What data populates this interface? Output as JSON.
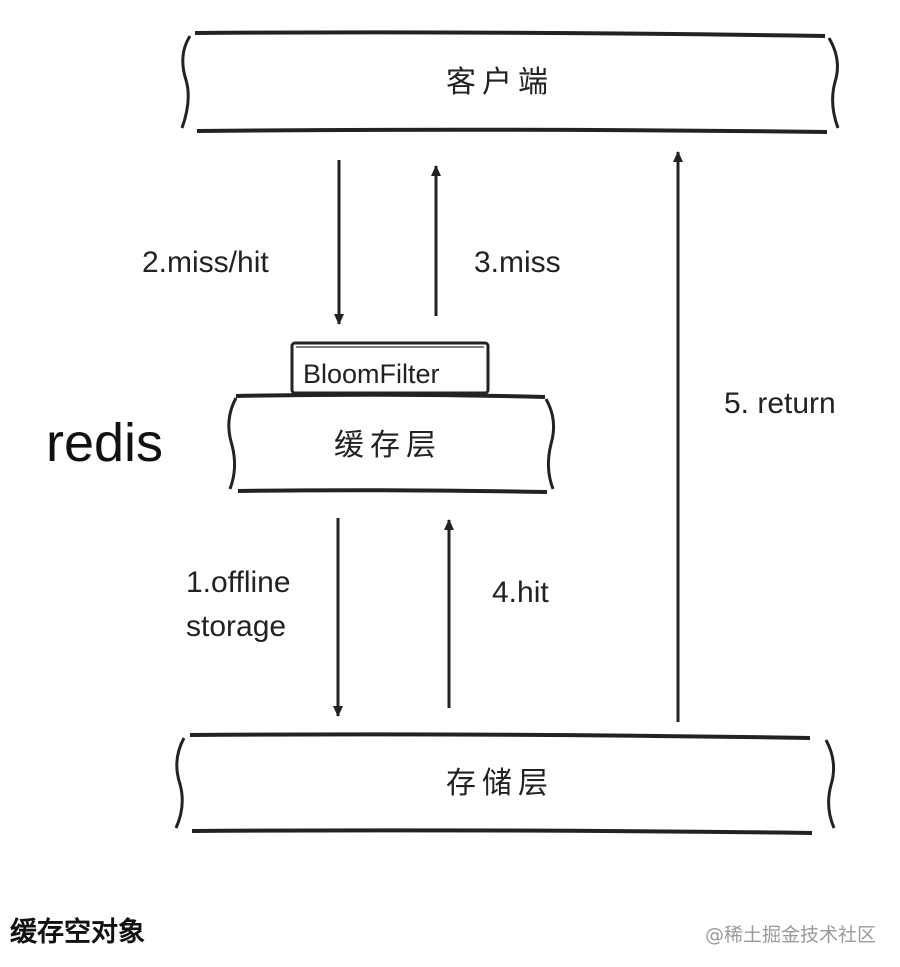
{
  "layers": {
    "client": "客户端",
    "cache": "缓存层",
    "storage": "存储层"
  },
  "bloom_filter": "BloomFilter",
  "redis_label": "redis",
  "edges": {
    "miss_hit": "2.miss/hit",
    "miss": "3.miss",
    "return": "5. return",
    "offline_line1": "1.offline",
    "offline_line2": "storage",
    "hit": "4.hit"
  },
  "caption": "缓存空对象",
  "watermark": "@稀土掘金技术社区"
}
